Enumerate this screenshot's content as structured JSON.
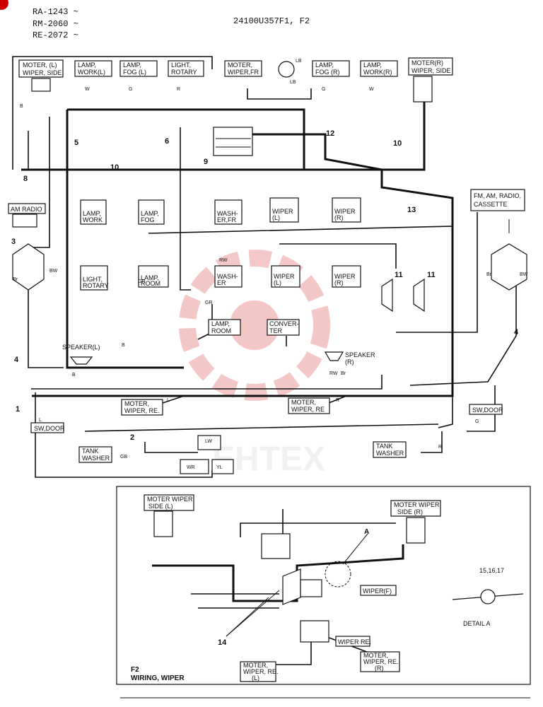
{
  "header": {
    "models": [
      "RA-1243 ~",
      "RM-2060 ~",
      "RE-2072 ~"
    ],
    "part_no": "24100U357F1, F2"
  },
  "components": {
    "motor_wiper_side_l": [
      "MOTER, (L)",
      "WIPER, SIDE"
    ],
    "lamp_work_l_top": [
      "LAMP,",
      "WORK(L)"
    ],
    "lamp_fog_l_top": [
      "LAMP,",
      "FOG (L)"
    ],
    "light_rotary_top": [
      "LIGHT,",
      "ROTARY"
    ],
    "motor_wiper_fr": [
      "MOTER,",
      "WIPER,FR"
    ],
    "lamp_fog_r_top": [
      "LAMP,",
      "FOG (R)"
    ],
    "lamp_work_r_top": [
      "LAMP,",
      "WORK(R)"
    ],
    "motor_wiper_side_r": [
      "MOTER(R)",
      "WIPER, SIDE"
    ],
    "am_radio": "AM RADIO",
    "fm_radio": [
      "FM, AM, RADIO,",
      "CASSETTE"
    ],
    "lamp_work_conn": [
      "LAMP,",
      "WORK"
    ],
    "lamp_fog_conn": [
      "LAMP,",
      "FOG"
    ],
    "washer_fr_1": [
      "WASH-",
      "ER,FR"
    ],
    "wiper_l_1": [
      "WIPER",
      "(L)"
    ],
    "wiper_r_1": [
      "WIPER",
      "(R)"
    ],
    "light_rotary_conn": [
      "LIGHT,",
      "ROTARY"
    ],
    "lamp_room_conn": [
      "LAMP,",
      "ROOM"
    ],
    "washer_fr_2": [
      "WASH-",
      "ER"
    ],
    "wiper_l_2": [
      "WIPER",
      "(L)"
    ],
    "wiper_r_2": [
      "WIPER",
      "(R)"
    ],
    "lamp_room": [
      "LAMP,",
      "ROOM"
    ],
    "converter": [
      "CONVER-",
      "TER"
    ],
    "speaker_l": "SPEAKER(L)",
    "speaker_r": [
      "SPEAKER",
      "(R)"
    ],
    "motor_wiper_re_1": [
      "MOTER,",
      "WIPER, RE."
    ],
    "motor_wiper_re_2": [
      "MOTER,",
      "WIPER, RE"
    ],
    "sw_door_l": "SW,DOOR",
    "sw_door_r": "SW,DOOR",
    "tank_washer_l": [
      "TANK",
      "WASHER"
    ],
    "tank_washer_r": [
      "TANK",
      "WASHER"
    ]
  },
  "wire_numbers": [
    "1",
    "2",
    "3",
    "4",
    "4",
    "5",
    "6",
    "8",
    "9",
    "10",
    "10",
    "11",
    "11",
    "12",
    "13"
  ],
  "wire_colors": {
    "B": "B",
    "W": "W",
    "G": "G",
    "R": "R",
    "L": "L",
    "LB": "LB",
    "LW": "LW",
    "RW": "RW",
    "BW": "BW",
    "GR": "GR",
    "Br": "Br",
    "WR": "WR",
    "YL": "YL",
    "GB": "GB"
  },
  "detail": {
    "title": [
      "F2",
      "WIRING, WIPER"
    ],
    "motor_side_l": [
      "MOTER WIPER",
      "SIDE (L)"
    ],
    "motor_side_r": [
      "MOTER WIPER",
      "SIDE (R)"
    ],
    "wiper_f": "WIPER(F)",
    "wiper_re": "WIPER RE.",
    "motor_re_l": [
      "MOTER,",
      "WIPER, RE.",
      "(L)"
    ],
    "motor_re_r": [
      "MOTER,",
      "WIPER, RE.",
      "(R)"
    ],
    "callout_a": "A",
    "callout_14": "14",
    "callout_parts": "15,16,17",
    "detail_a": "DETAIL A"
  },
  "watermark": "EHTEX"
}
